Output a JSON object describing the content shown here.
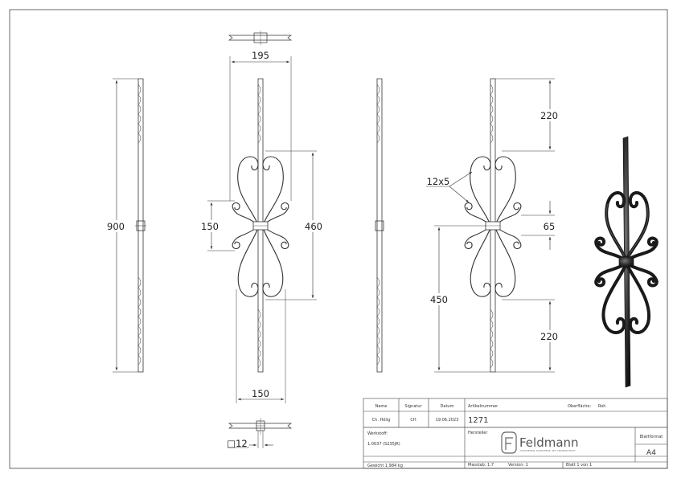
{
  "dimensions": {
    "width_195": "195",
    "height_900": "900",
    "height_150": "150",
    "height_460": "460",
    "width_150": "150",
    "square_12": "□12",
    "height_220_top": "220",
    "bar_12x5": "12x5",
    "height_65": "65",
    "height_450": "450",
    "height_220_bottom": "220"
  },
  "title_block": {
    "name_label": "Name",
    "signatur_label": "Signatur",
    "datum_label": "Datum",
    "artikelnummer_label": "Artikelnummer",
    "oberflaeche_label": "Oberfläche:",
    "oberflaeche_value": "Roh",
    "name_value": "Ch. Hölig",
    "signatur_value": "CH",
    "datum_value": "19.06.2023",
    "artikelnummer_value": "1271",
    "werkstoff_label": "Werkstoff:",
    "werkstoff_value": "1.0037 (S235JR)",
    "hersteller_label": "Hersteller",
    "company_name": "Feldmann",
    "company_tagline": "SCHMIEDEN. HANDWERK. MIT LEIDENSCHAFT.",
    "blattformat_label": "Blattformat",
    "blattformat_value": "A4",
    "gewicht": "Gewicht 1.984 kg",
    "massstab": "Masstab: 1:7",
    "version": "Version: 1",
    "blatt": "Blatt 1 von 1"
  },
  "icons": {
    "logo": "feldmann-f-logo",
    "ornament": "baluster-ornament"
  }
}
